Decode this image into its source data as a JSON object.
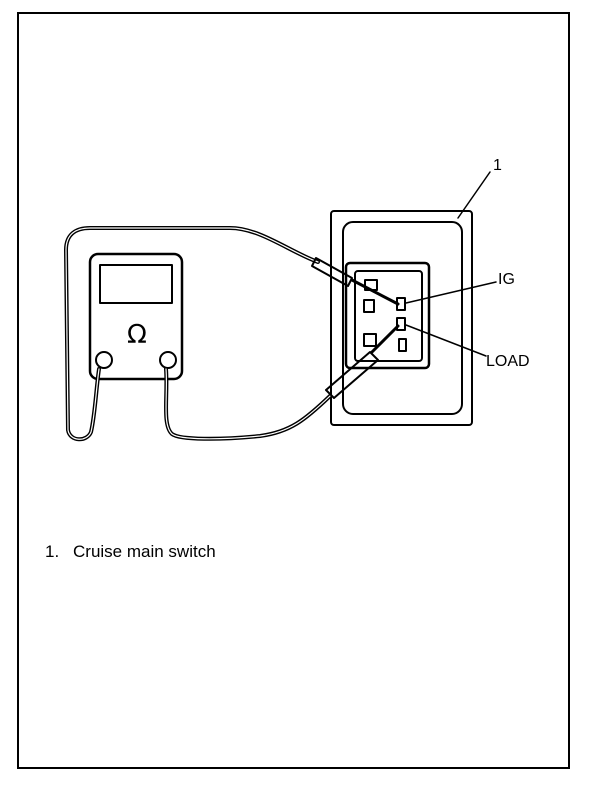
{
  "diagram": {
    "meter_symbol": "Ω",
    "callouts": {
      "part_number": "1",
      "terminal_ig": "IG",
      "terminal_load": "LOAD"
    }
  },
  "legend": {
    "items": [
      {
        "number": "1.",
        "text": "Cruise main switch"
      }
    ]
  }
}
